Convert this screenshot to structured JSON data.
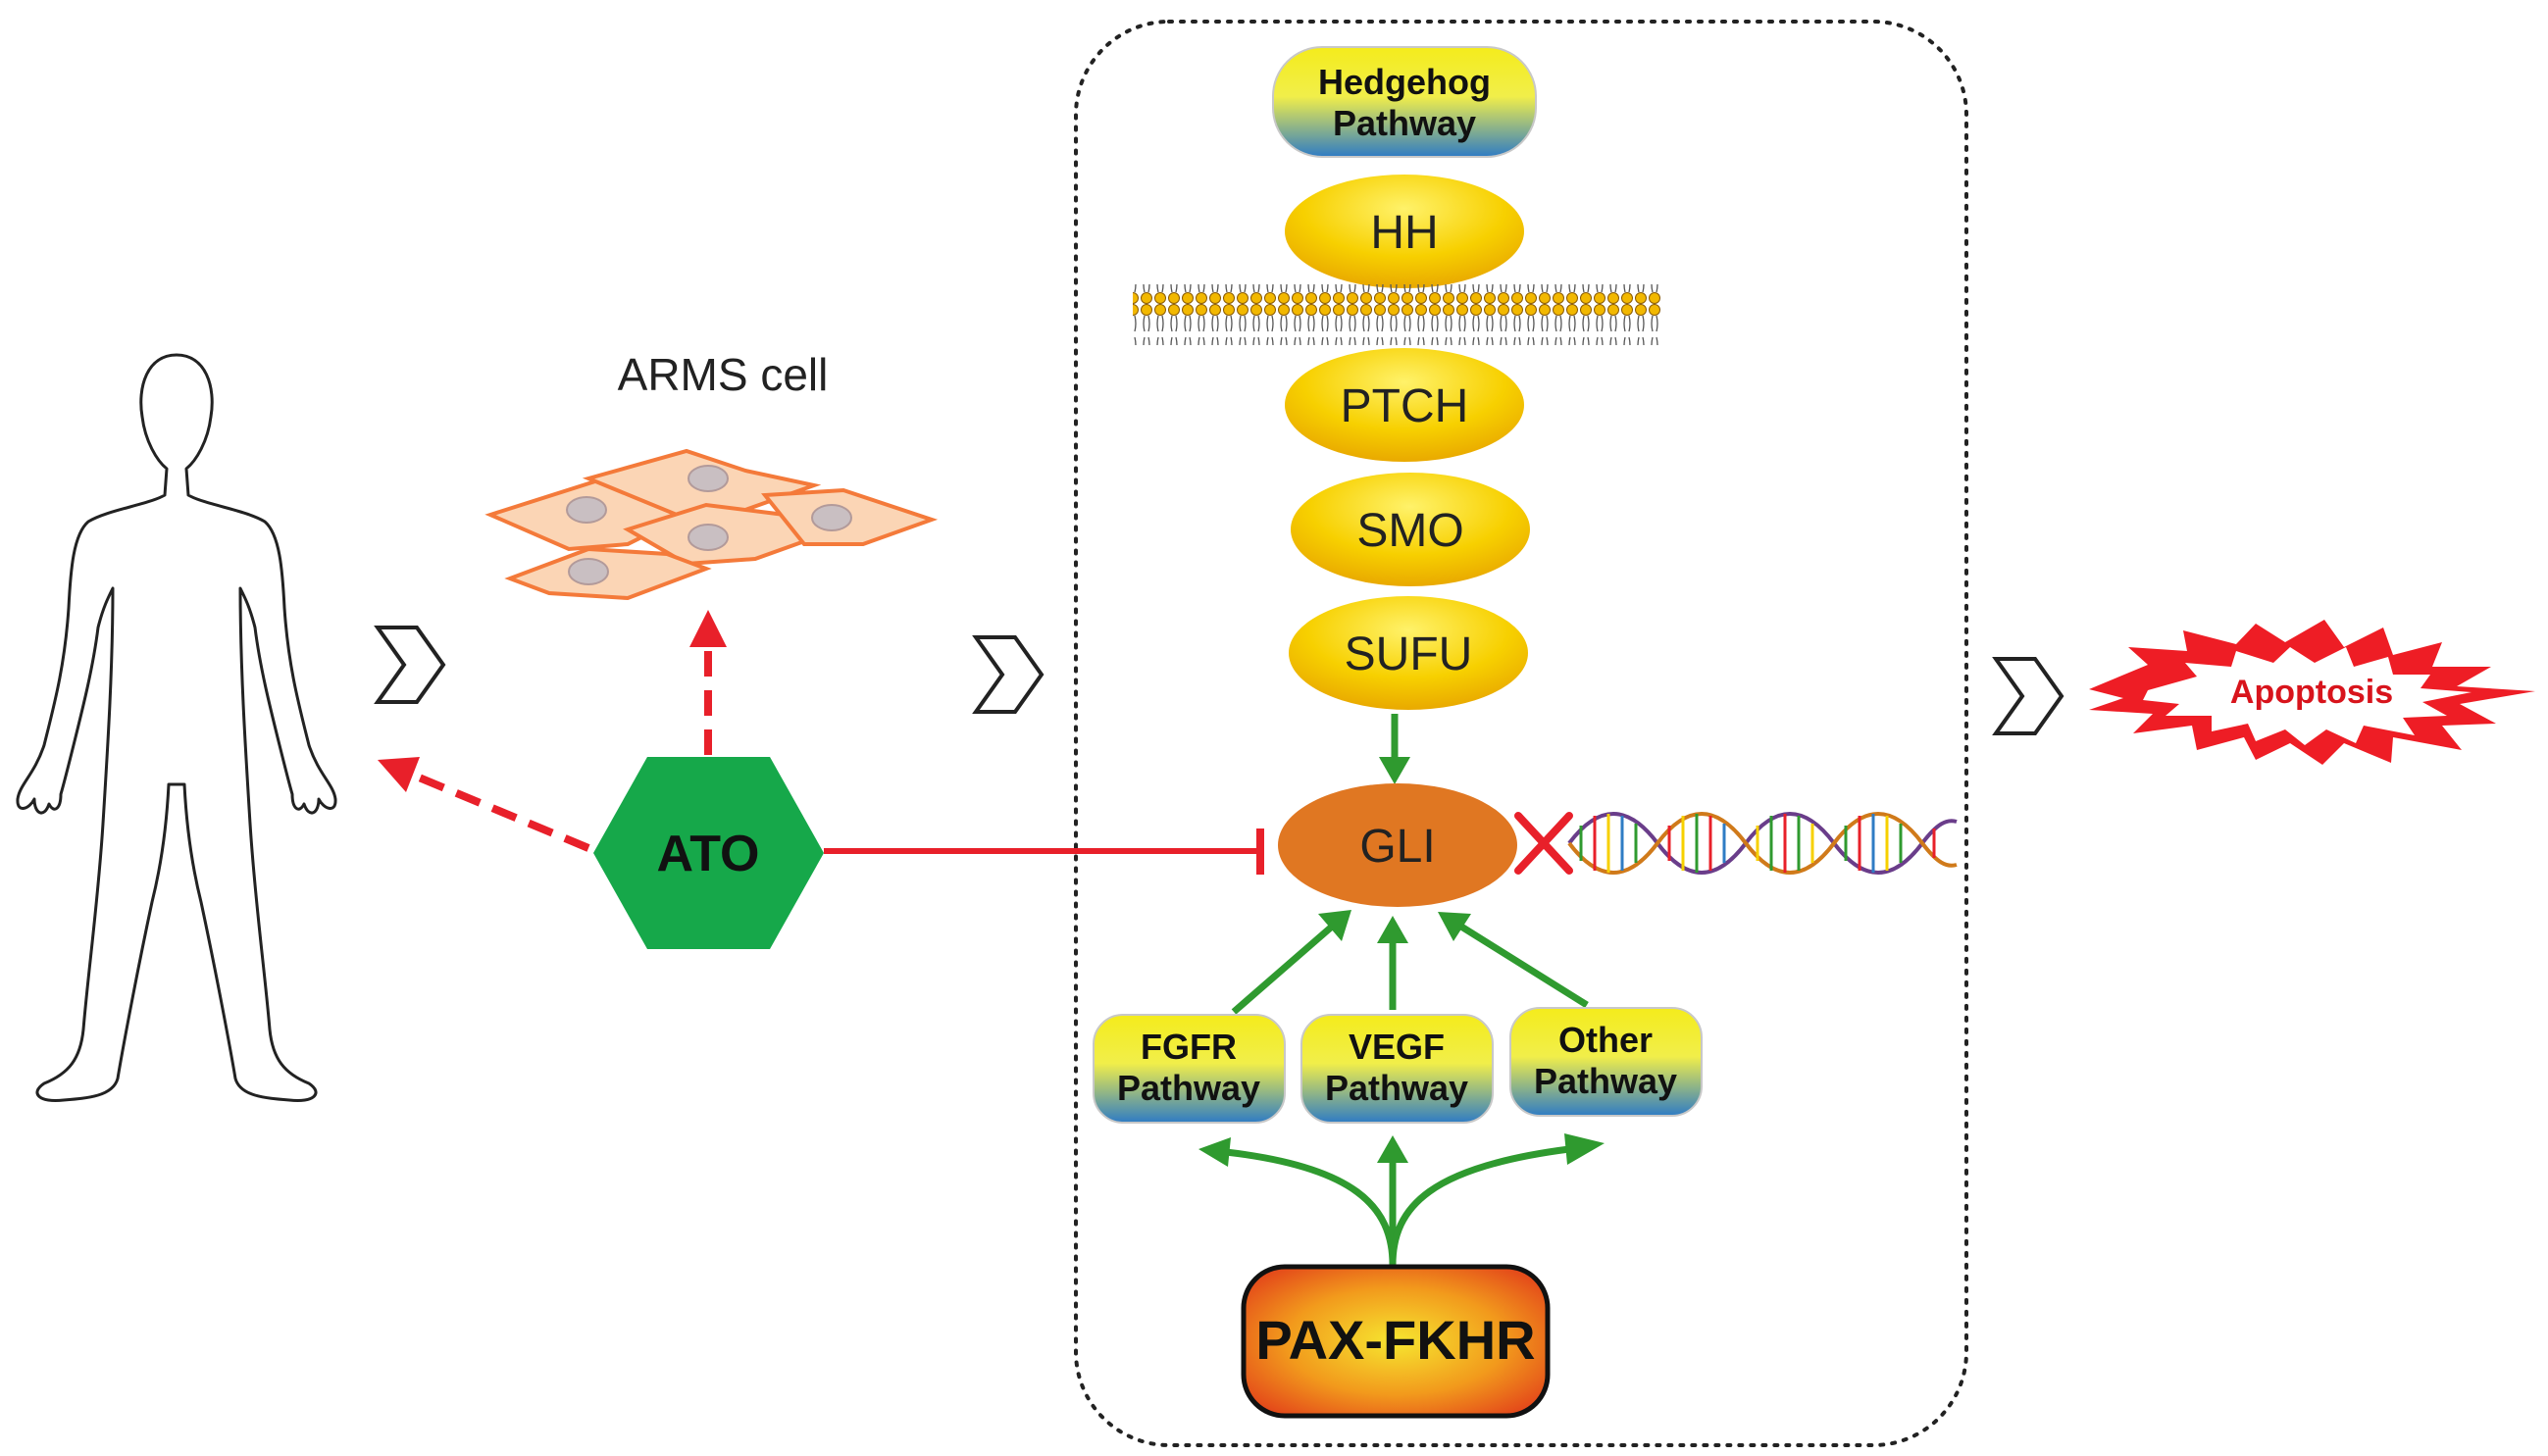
{
  "labels": {
    "arms_cell": "ARMS cell",
    "hedgehog_pathway_line1": "Hedgehog",
    "hedgehog_pathway_line2": "Pathway",
    "hh": "HH",
    "ptch": "PTCH",
    "smo": "SMO",
    "sufu": "SUFU",
    "gli": "GLI",
    "ato": "ATO",
    "fgfr_line1": "FGFR",
    "fgfr_line2": "Pathway",
    "vegf_line1": "VEGF",
    "vegf_line2": "Pathway",
    "other_line1": "Other",
    "other_line2": "Pathway",
    "pax_fkhr": "PAX-FKHR",
    "apoptosis": "Apoptosis"
  },
  "colors": {
    "inhibition_red": "#e8202a",
    "activation_green": "#2f9a2f",
    "ato_green": "#16a84a",
    "gli_orange": "#e07722",
    "node_yellow": "#f7d000",
    "cell_orange": "#f47a3a",
    "apoptosis_red": "#ee1d25",
    "pathway_blue": "#2f7cc4"
  },
  "icons": {
    "human": "human-silhouette-icon",
    "cells": "arms-cells-icon",
    "dna": "dna-helix-icon",
    "membrane": "lipid-bilayer-icon",
    "chevron": "chevron-right-icon",
    "block": "x-mark-icon"
  }
}
